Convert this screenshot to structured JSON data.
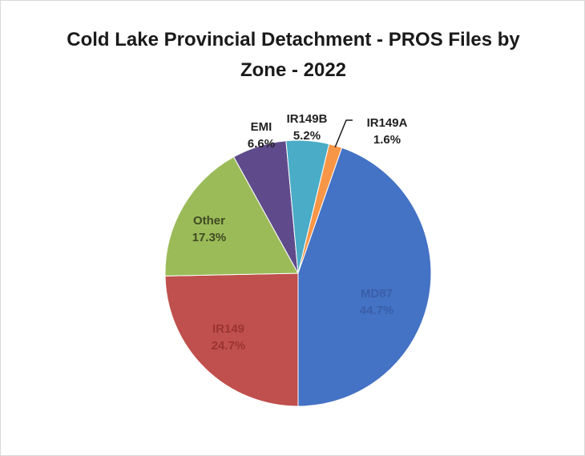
{
  "chart_data": {
    "type": "pie",
    "title": "Cold Lake Provincial Detachment - PROS Files by Zone - 2022",
    "title_lines": [
      "Cold Lake Provincial Detachment - PROS Files by",
      "Zone - 2022"
    ],
    "legend": "none",
    "slices": [
      {
        "name": "MD87",
        "value": 44.7,
        "label": "44.7%",
        "color": "#4472c4",
        "text_color": "#3a5fa8"
      },
      {
        "name": "IR149",
        "value": 24.7,
        "label": "24.7%",
        "color": "#c0504d",
        "text_color": "#9a3432"
      },
      {
        "name": "Other",
        "value": 17.3,
        "label": "17.3%",
        "color": "#9bbb59",
        "text_color": "#3f4a22"
      },
      {
        "name": "EMI",
        "value": 6.6,
        "label": "6.6%",
        "color": "#5f4b8b",
        "text_color": "#222222"
      },
      {
        "name": "IR149B",
        "value": 5.2,
        "label": "5.2%",
        "color": "#4aacc6",
        "text_color": "#222222"
      },
      {
        "name": "IR149A",
        "value": 1.6,
        "label": "1.6%",
        "color": "#f79646",
        "text_color": "#222222"
      }
    ]
  }
}
